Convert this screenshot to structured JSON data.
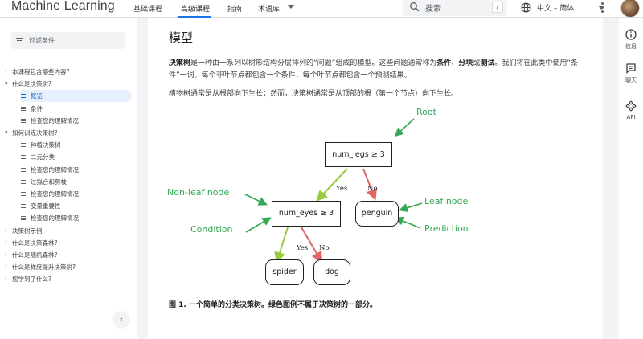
{
  "brand": "Machine Learning",
  "nav": {
    "items": [
      "基础课程",
      "高级课程",
      "指南",
      "术语库"
    ],
    "active_index": 1
  },
  "search": {
    "placeholder": "搜索",
    "shortcut": "/"
  },
  "language": {
    "label": "中文 – 简体"
  },
  "sidebar": {
    "filter_placeholder": "过滤条件",
    "items": [
      {
        "level": 1,
        "expanded": false,
        "label": "本课程包含哪些内容?"
      },
      {
        "level": 1,
        "expanded": true,
        "label": "什么是决策树?"
      },
      {
        "level": 2,
        "label": "概览",
        "selected": true
      },
      {
        "level": 2,
        "label": "条件"
      },
      {
        "level": 2,
        "label": "检查您的理解情况"
      },
      {
        "level": 1,
        "expanded": true,
        "label": "如何训练决策树?"
      },
      {
        "level": 2,
        "label": "种植决策树"
      },
      {
        "level": 2,
        "label": "二元分类"
      },
      {
        "level": 2,
        "label": "检查您的理解情况"
      },
      {
        "level": 2,
        "label": "过拟合和剪枝"
      },
      {
        "level": 2,
        "label": "检查您的理解情况"
      },
      {
        "level": 2,
        "label": "变量重要性"
      },
      {
        "level": 2,
        "label": "检查您的理解情况"
      },
      {
        "level": 1,
        "expanded": false,
        "label": "决策树示例"
      },
      {
        "level": 1,
        "expanded": false,
        "label": "什么是决策森林?"
      },
      {
        "level": 1,
        "expanded": false,
        "label": "什么是随机森林?"
      },
      {
        "level": 1,
        "expanded": false,
        "label": "什么是梯度提升决策树?"
      },
      {
        "level": 1,
        "expanded": false,
        "label": "您学到了什么?"
      }
    ],
    "collapse_label": "‹"
  },
  "article": {
    "title": "模型",
    "p1": {
      "term": "决策树",
      "text_a": "是一种由一系列以树形结构分层排列的“问题”组成的模型。这些问题通常称为",
      "t_condition": "条件",
      "sep1": "、",
      "t_split": "分块",
      "sep2": "或",
      "t_test": "测试",
      "text_b": "。我们将在此类中使用“条件”一词。每个非叶节点都包含一个条件，每个叶节点都包含一个预测结果。"
    },
    "p2": "植物树通常是从根部向下生长；然而，决策树通常是从顶部的根（第一个节点）向下生长。",
    "diagram": {
      "root": "num_legs ≥ 3",
      "inner": "num_eyes ≥ 3",
      "leaves": [
        "penguin",
        "spider",
        "dog"
      ],
      "edge_yes": "Yes",
      "edge_no": "No",
      "callouts": [
        "Root",
        "Non-leaf node",
        "Condition",
        "Leaf node",
        "Prediction"
      ],
      "colors": {
        "yes": "#9bc93f",
        "no": "#e06666",
        "callout": "#34a853"
      }
    },
    "caption": "图 1. 一个简单的分类决策树。绿色图例不属于决策树的一部分。"
  },
  "rail": {
    "items": [
      {
        "icon": "info-icon",
        "label": "信息"
      },
      {
        "icon": "chat-icon",
        "label": "聊天"
      },
      {
        "icon": "api-icon",
        "label": "API"
      }
    ]
  }
}
